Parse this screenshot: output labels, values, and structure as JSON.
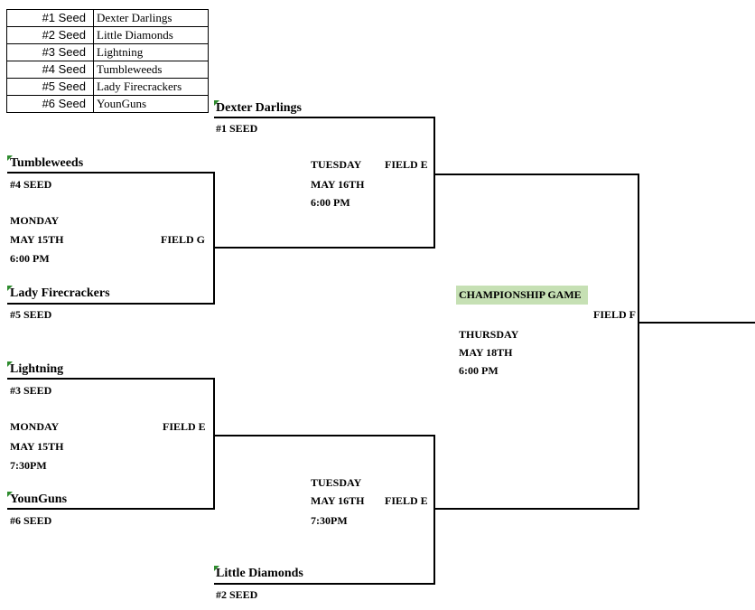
{
  "seed_table": [
    {
      "seed": "#1 Seed",
      "team": "Dexter Darlings"
    },
    {
      "seed": "#2 Seed",
      "team": "Little Diamonds"
    },
    {
      "seed": "#3 Seed",
      "team": "Lightning"
    },
    {
      "seed": "#4 Seed",
      "team": "Tumbleweeds"
    },
    {
      "seed": "#5 Seed",
      "team": "Lady Firecrackers"
    },
    {
      "seed": "#6 Seed",
      "team": "YounGuns"
    }
  ],
  "bracket": {
    "dexter": {
      "team": "Dexter Darlings",
      "seed": "#1 SEED"
    },
    "tumbleweeds": {
      "team": "Tumbleweeds",
      "seed": "#4 SEED"
    },
    "firecrackers": {
      "team": "Lady Firecrackers",
      "seed": "#5 SEED"
    },
    "lightning": {
      "team": "Lightning",
      "seed": "#3 SEED"
    },
    "younguns": {
      "team": "YounGuns",
      "seed": "#6 SEED"
    },
    "diamonds": {
      "team": "Little Diamonds",
      "seed": "#2 SEED"
    },
    "game1": {
      "day": "MONDAY",
      "date": "MAY 15TH",
      "time": "6:00 PM",
      "field": "FIELD G"
    },
    "game2": {
      "day": "MONDAY",
      "date": "MAY 15TH",
      "time": "7:30PM",
      "field": "FIELD E"
    },
    "game3": {
      "day": "TUESDAY",
      "date": "MAY 16TH",
      "time": "6:00 PM",
      "field": "FIELD E"
    },
    "game4": {
      "day": "TUESDAY",
      "date": "MAY 16TH",
      "time": "7:30PM",
      "field": "FIELD E"
    },
    "championship": {
      "label": "CHAMPIONSHIP GAME",
      "day": "THURSDAY",
      "date": "MAY 18TH",
      "time": "6:00 PM",
      "field": "FIELD F"
    }
  }
}
